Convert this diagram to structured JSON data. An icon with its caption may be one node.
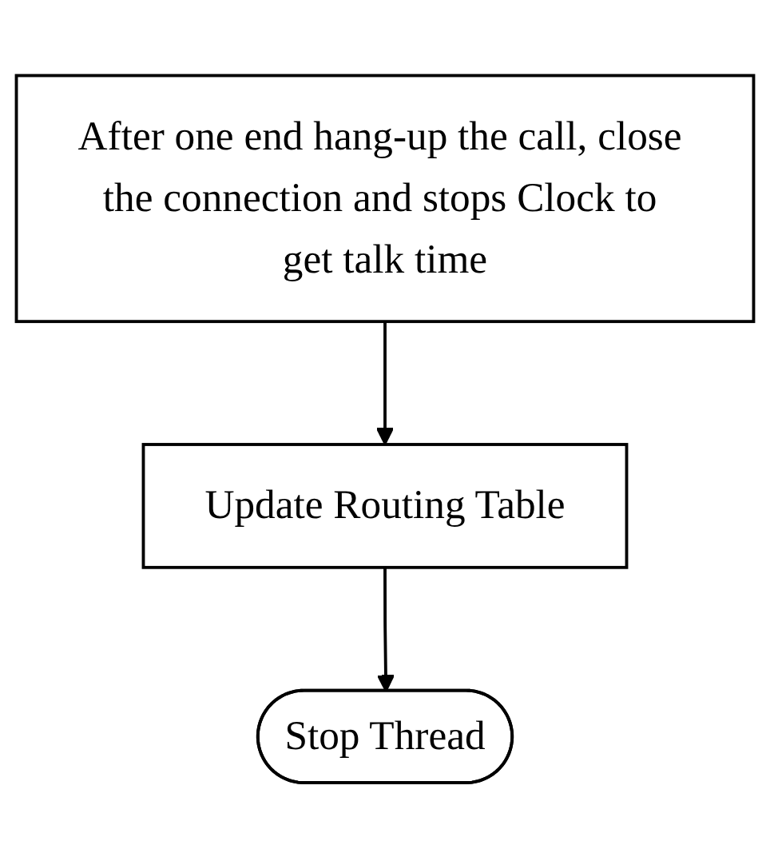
{
  "diagram": {
    "nodes": [
      {
        "text": [
          "After one end hang-up the call, close the connection and stops Clock to get talk time"
        ]
      },
      {
        "text": [
          "Update Routing Table"
        ]
      },
      {
        "text": [
          "Stop Thread"
        ]
      }
    ],
    "edges": [
      {
        "from": 0,
        "to": 1,
        "arrow": "to"
      },
      {
        "from": 1,
        "to": 2,
        "arrow": "to"
      }
    ]
  }
}
